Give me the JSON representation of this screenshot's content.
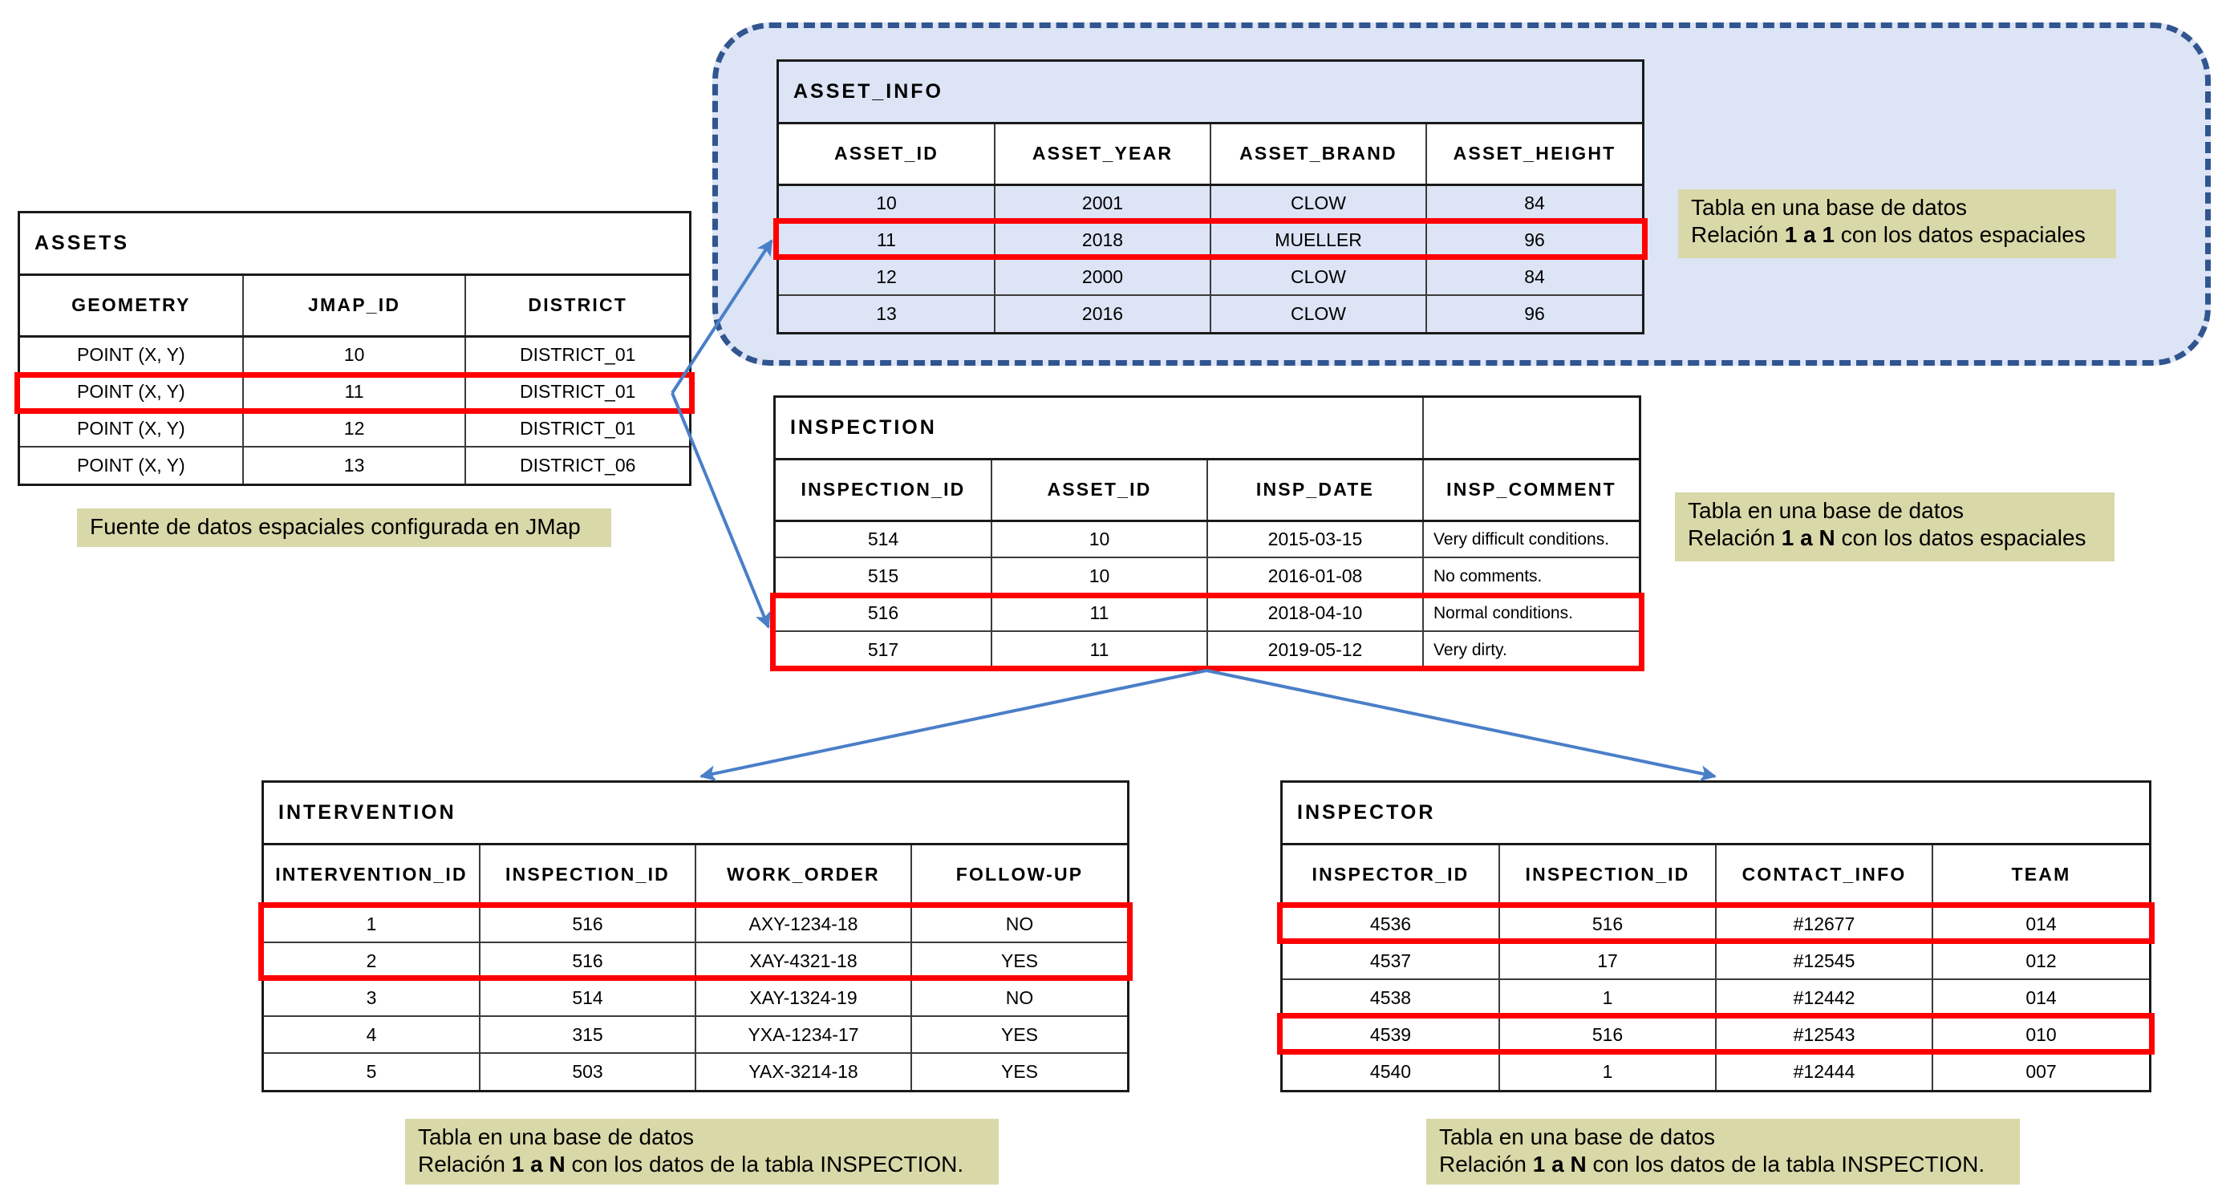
{
  "colors": {
    "accent_region_fill": "#DCE4F5",
    "accent_region_border": "#31558F",
    "highlight_red": "#FF0000",
    "caption_bg": "#D9D8A8",
    "arrow_blue": "#4A7EC8",
    "table_border": "#1A1A1A"
  },
  "tables": {
    "assets": {
      "title": "ASSETS",
      "headers": [
        "GEOMETRY",
        "JMAP_ID",
        "DISTRICT"
      ],
      "rows": [
        [
          "POINT (X, Y)",
          "10",
          "DISTRICT_01"
        ],
        [
          "POINT (X, Y)",
          "11",
          "DISTRICT_01"
        ],
        [
          "POINT (X, Y)",
          "12",
          "DISTRICT_01"
        ],
        [
          "POINT (X, Y)",
          "13",
          "DISTRICT_06"
        ]
      ],
      "highlighted_row_index": 1
    },
    "asset_info": {
      "title": "ASSET_INFO",
      "headers": [
        "ASSET_ID",
        "ASSET_YEAR",
        "ASSET_BRAND",
        "ASSET_HEIGHT"
      ],
      "rows": [
        [
          "10",
          "2001",
          "CLOW",
          "84"
        ],
        [
          "11",
          "2018",
          "MUELLER",
          "96"
        ],
        [
          "12",
          "2000",
          "CLOW",
          "84"
        ],
        [
          "13",
          "2016",
          "CLOW",
          "96"
        ]
      ],
      "highlighted_row_index": 1
    },
    "inspection": {
      "title": "INSPECTION",
      "headers": [
        "INSPECTION_ID",
        "ASSET_ID",
        "INSP_DATE",
        "INSP_COMMENT"
      ],
      "rows": [
        [
          "514",
          "10",
          "2015-03-15",
          "Very difficult conditions."
        ],
        [
          "515",
          "10",
          "2016-01-08",
          "No comments."
        ],
        [
          "516",
          "11",
          "2018-04-10",
          "Normal conditions."
        ],
        [
          "517",
          "11",
          "2019-05-12",
          "Very dirty."
        ]
      ],
      "highlighted_row_indexes": [
        2,
        3
      ]
    },
    "intervention": {
      "title": "INTERVENTION",
      "headers": [
        "INTERVENTION_ID",
        "INSPECTION_ID",
        "WORK_ORDER",
        "FOLLOW-UP"
      ],
      "rows": [
        [
          "1",
          "516",
          "AXY-1234-18",
          "NO"
        ],
        [
          "2",
          "516",
          "XAY-4321-18",
          "YES"
        ],
        [
          "3",
          "514",
          "XAY-1324-19",
          "NO"
        ],
        [
          "4",
          "315",
          "YXA-1234-17",
          "YES"
        ],
        [
          "5",
          "503",
          "YAX-3214-18",
          "YES"
        ]
      ],
      "highlighted_row_indexes": [
        0,
        1
      ]
    },
    "inspector": {
      "title": "INSPECTOR",
      "headers": [
        "INSPECTOR_ID",
        "INSPECTION_ID",
        "CONTACT_INFO",
        "TEAM"
      ],
      "rows": [
        [
          "4536",
          "516",
          "#12677",
          "014"
        ],
        [
          "4537",
          "17",
          "#12545",
          "012"
        ],
        [
          "4538",
          "1",
          "#12442",
          "014"
        ],
        [
          "4539",
          "516",
          "#12543",
          "010"
        ],
        [
          "4540",
          "1",
          "#12444",
          "007"
        ]
      ],
      "highlighted_row_indexes": [
        0,
        3
      ]
    }
  },
  "captions": {
    "assets": "Fuente de datos espaciales configurada en JMap",
    "asset_info_line1": "Tabla en una base de datos",
    "asset_info_line2_pre": "Relación ",
    "asset_info_line2_bold": "1 a 1",
    "asset_info_line2_post": " con los datos espaciales",
    "inspection_line1": "Tabla en una base de datos",
    "inspection_line2_pre": "Relación ",
    "inspection_line2_bold": "1 a N",
    "inspection_line2_post": " con los datos espaciales",
    "intervention_line1": "Tabla en una base de datos",
    "intervention_line2_pre": "Relación ",
    "intervention_line2_bold": "1 a N",
    "intervention_line2_post": " con los datos de la tabla INSPECTION.",
    "inspector_line1": "Tabla en una base de datos",
    "inspector_line2_pre": "Relación ",
    "inspector_line2_bold": "1 a N",
    "inspector_line2_post": " con los datos de la tabla INSPECTION."
  }
}
